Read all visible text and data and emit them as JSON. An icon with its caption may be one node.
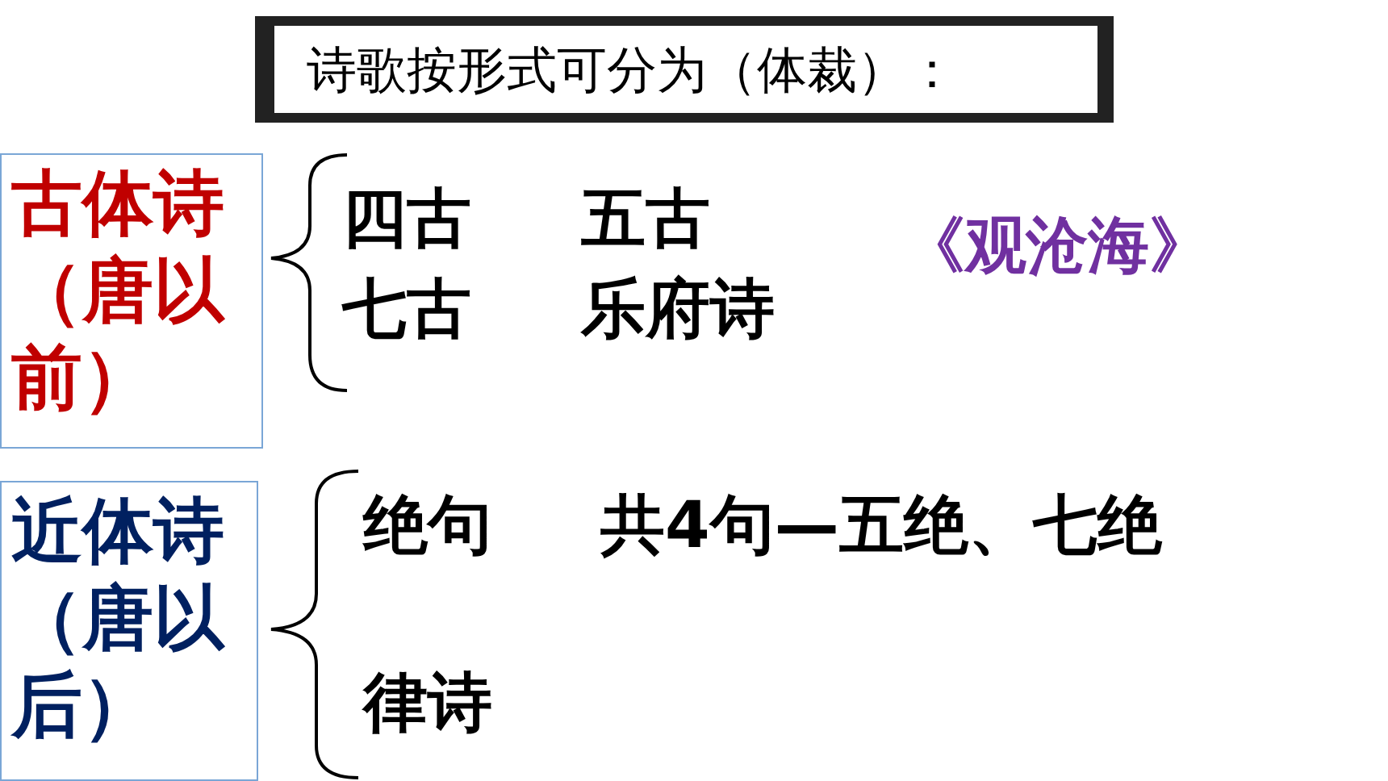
{
  "diagram": {
    "title": "诗歌按形式可分为（体裁）：",
    "nodes": [
      {
        "text": [
          "古体诗（唐以前）"
        ]
      },
      {
        "text": [
          "近体诗（唐以后）"
        ]
      }
    ],
    "labels": [
      "四古",
      "五古",
      "《观沧海》",
      "七古",
      "乐府诗",
      "绝句",
      "共4句—五绝、七绝",
      "律诗"
    ]
  }
}
